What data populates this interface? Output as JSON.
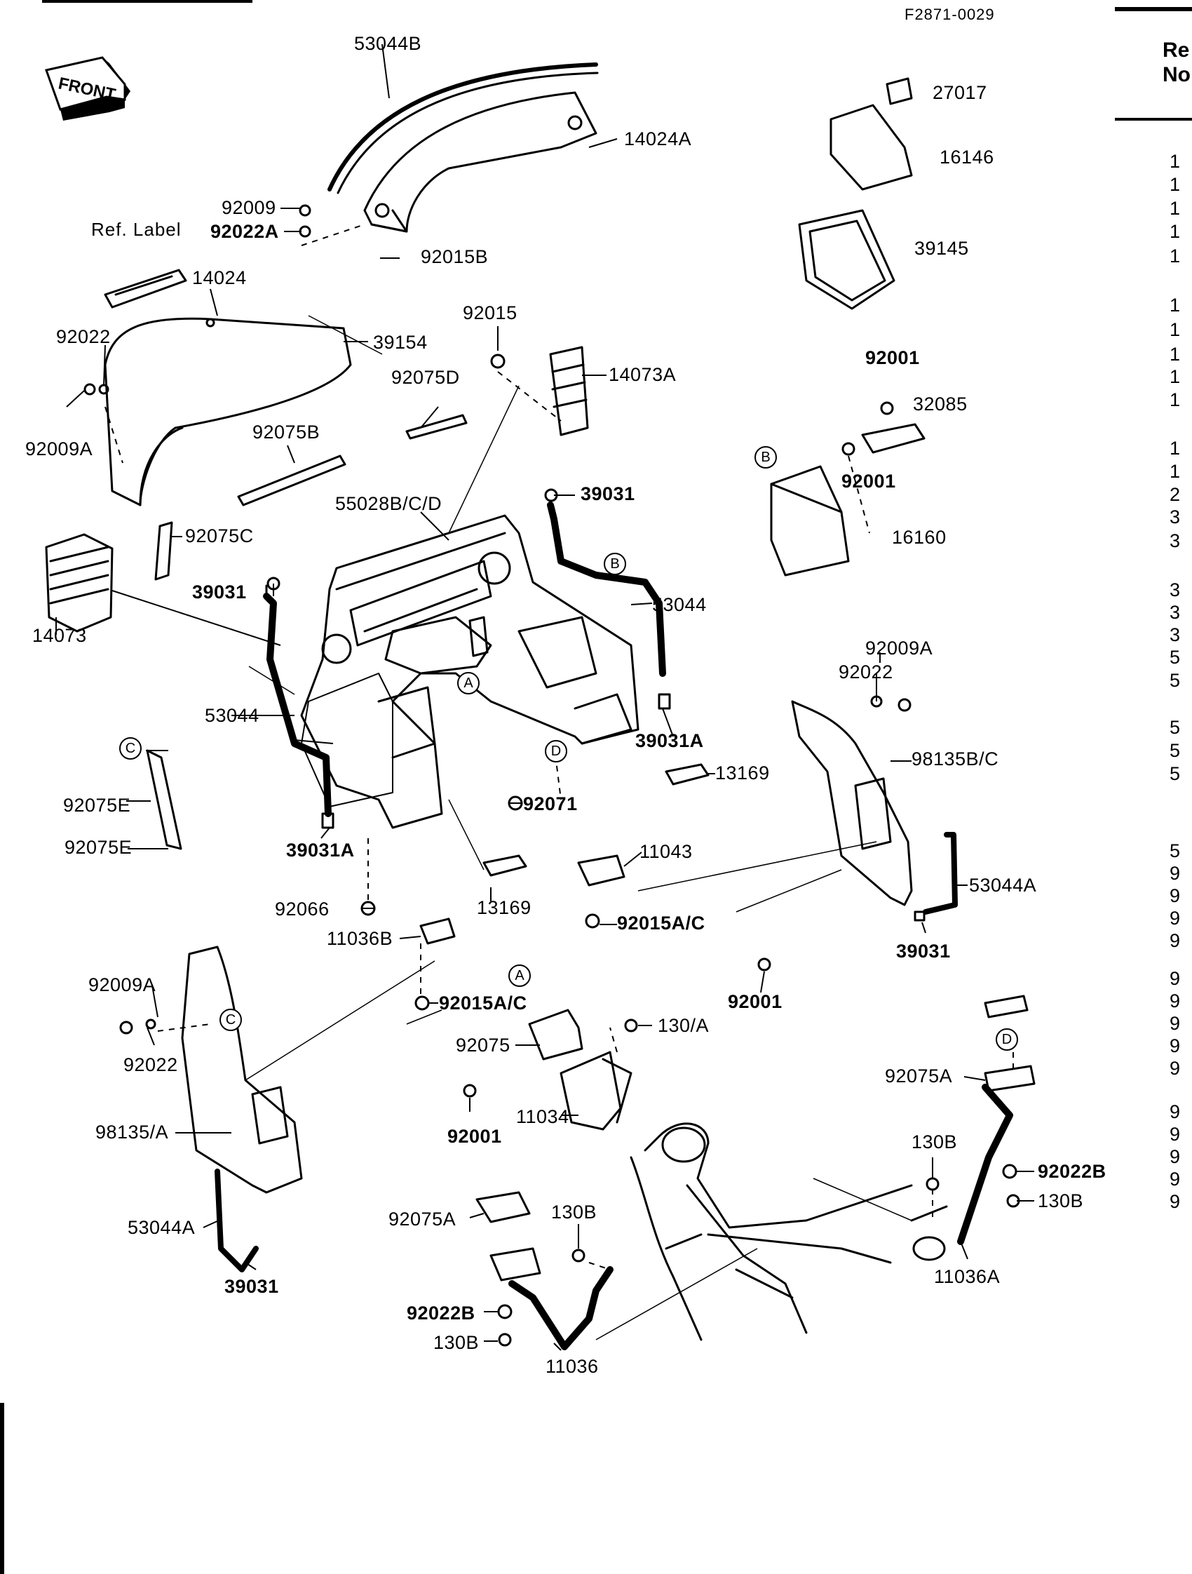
{
  "drawing_number": "F2871-0029",
  "front_badge": "FRONT",
  "ref_label": "Ref. Label",
  "side_table": {
    "header_1": "Re",
    "header_2": "No",
    "digits": [
      "1",
      "1",
      "1",
      "1",
      "1",
      "1",
      "1",
      "1",
      "1",
      "1",
      "1",
      "1",
      "2",
      "3",
      "3",
      "3",
      "3",
      "3",
      "5",
      "5",
      "5",
      "5",
      "5",
      "5",
      "9",
      "9",
      "9",
      "9",
      "9",
      "9",
      "9",
      "9",
      "9",
      "9",
      "9",
      "9",
      "9",
      "9"
    ]
  },
  "callouts": [
    "A",
    "B",
    "C",
    "D"
  ],
  "parts": [
    {
      "label": "53044B"
    },
    {
      "label": "14024A"
    },
    {
      "label": "92009"
    },
    {
      "label": "92022A"
    },
    {
      "label": "92015B"
    },
    {
      "label": "14024"
    },
    {
      "label": "92022"
    },
    {
      "label": "39154"
    },
    {
      "label": "92009A"
    },
    {
      "label": "92015"
    },
    {
      "label": "14073A"
    },
    {
      "label": "92075D"
    },
    {
      "label": "92075B"
    },
    {
      "label": "55028B/C/D"
    },
    {
      "label": "39031"
    },
    {
      "label": "92075C"
    },
    {
      "label": "14073"
    },
    {
      "label": "39031"
    },
    {
      "label": "53044"
    },
    {
      "label": "53044"
    },
    {
      "label": "39031A"
    },
    {
      "label": "39031A"
    },
    {
      "label": "92075E"
    },
    {
      "label": "92075E"
    },
    {
      "label": "92071"
    },
    {
      "label": "13169"
    },
    {
      "label": "11043"
    },
    {
      "label": "13169"
    },
    {
      "label": "92066"
    },
    {
      "label": "11036B"
    },
    {
      "label": "92015A/C"
    },
    {
      "label": "92015A/C"
    },
    {
      "label": "27017"
    },
    {
      "label": "16146"
    },
    {
      "label": "39145"
    },
    {
      "label": "92001"
    },
    {
      "label": "32085"
    },
    {
      "label": "92001"
    },
    {
      "label": "16160"
    },
    {
      "label": "92009A"
    },
    {
      "label": "92022"
    },
    {
      "label": "98135B/C"
    },
    {
      "label": "53044A"
    },
    {
      "label": "39031"
    },
    {
      "label": "92001"
    },
    {
      "label": "92009A"
    },
    {
      "label": "92022"
    },
    {
      "label": "98135/A"
    },
    {
      "label": "92001"
    },
    {
      "label": "92075"
    },
    {
      "label": "130/A"
    },
    {
      "label": "11034"
    },
    {
      "label": "53044A"
    },
    {
      "label": "39031"
    },
    {
      "label": "92075A"
    },
    {
      "label": "130B"
    },
    {
      "label": "92022B"
    },
    {
      "label": "130B"
    },
    {
      "label": "11036"
    },
    {
      "label": "92075A"
    },
    {
      "label": "130B"
    },
    {
      "label": "92022B"
    },
    {
      "label": "130B"
    },
    {
      "label": "11036A"
    }
  ]
}
